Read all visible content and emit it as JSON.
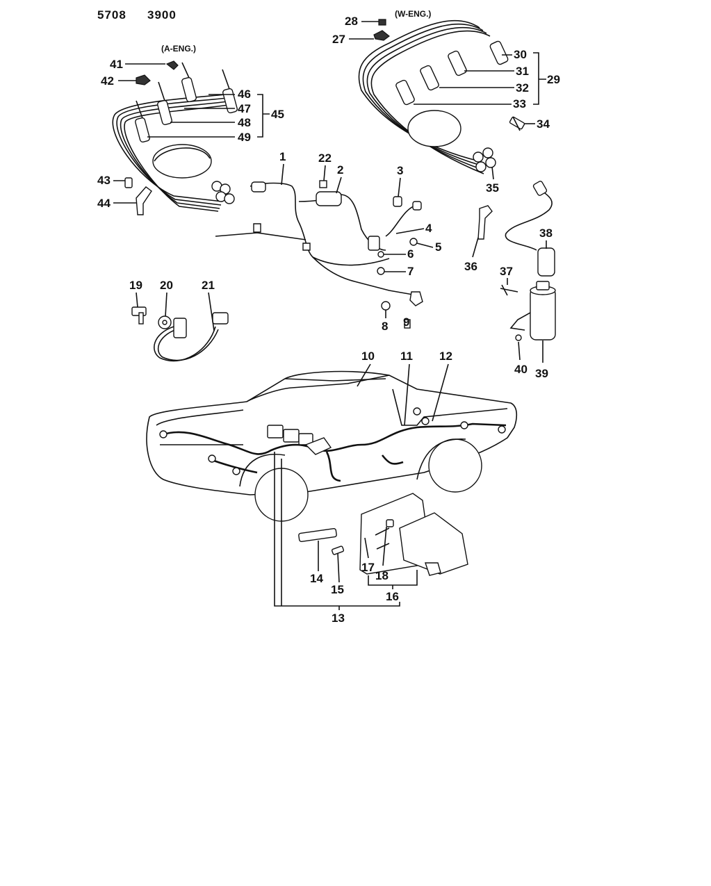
{
  "header": {
    "left_code": "5708",
    "right_code": "3900"
  },
  "engine_labels": {
    "a_eng": "(A-ENG.)",
    "w_eng": "(W-ENG.)"
  },
  "part_numbers": {
    "p1": "1",
    "p2": "2",
    "p3": "3",
    "p4": "4",
    "p5": "5",
    "p6": "6",
    "p7": "7",
    "p8": "8",
    "p9": "9",
    "p10": "10",
    "p11": "11",
    "p12": "12",
    "p13": "13",
    "p14": "14",
    "p15": "15",
    "p16": "16",
    "p17": "17",
    "p18": "18",
    "p19": "19",
    "p20": "20",
    "p21": "21",
    "p22": "22",
    "p27": "27",
    "p28": "28",
    "p29": "29",
    "p30": "30",
    "p31": "31",
    "p32": "32",
    "p33": "33",
    "p34": "34",
    "p35": "35",
    "p36": "36",
    "p37": "37",
    "p38": "38",
    "p39": "39",
    "p40": "40",
    "p41": "41",
    "p42": "42",
    "p43": "43",
    "p44": "44",
    "p45": "45",
    "p46": "46",
    "p47": "47",
    "p48": "48",
    "p49": "49"
  }
}
